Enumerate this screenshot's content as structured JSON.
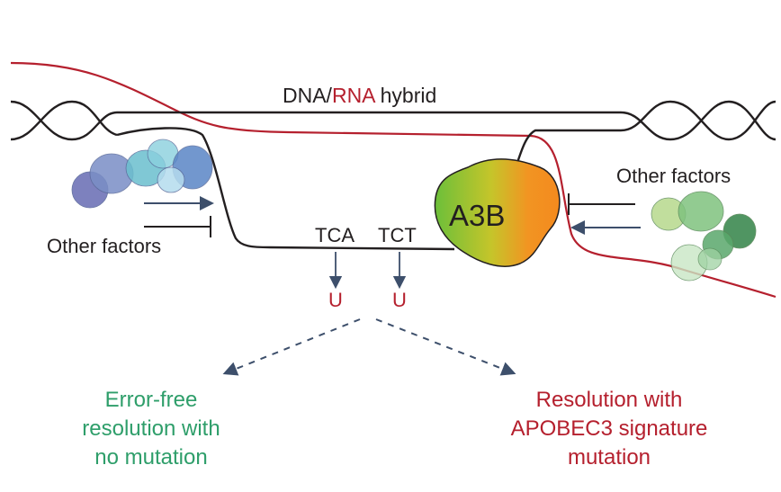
{
  "title": {
    "dna": "DNA/",
    "rna": "RNA",
    "hybrid": " hybrid"
  },
  "left_factors": "Other factors",
  "right_factors": "Other factors",
  "enzyme": "A3B",
  "sites": [
    {
      "codon": "TCA",
      "product": "U"
    },
    {
      "codon": "TCT",
      "product": "U"
    }
  ],
  "outcomes": {
    "error_free": [
      "Error-free",
      "resolution with",
      "no mutation"
    ],
    "mutation": [
      "Resolution with",
      "APOBEC3 signature",
      "mutation"
    ]
  },
  "colors": {
    "dna": "#231f20",
    "rna": "#b5202e",
    "error_free": "#2e9e6a",
    "mutation": "#b5202e",
    "arrow": "#3d4f6b"
  }
}
